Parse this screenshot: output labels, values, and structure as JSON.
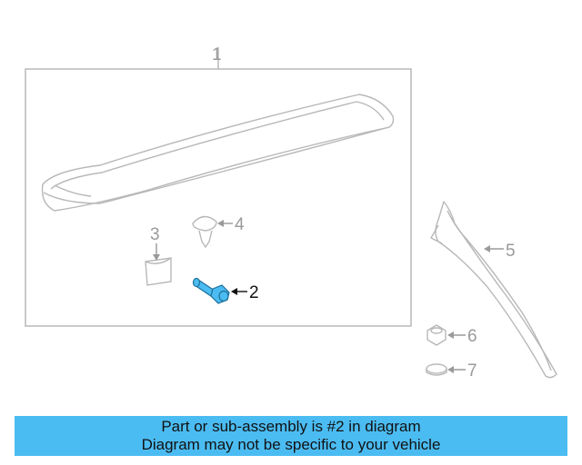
{
  "diagram": {
    "callouts": {
      "part_1": "1",
      "part_2": "2",
      "part_3": "3",
      "part_4": "4",
      "part_5": "5",
      "part_6": "6",
      "part_7": "7"
    },
    "highlight_part": "2",
    "colors": {
      "outline_gray": "#b8b8b8",
      "label_gray": "#9a9a9a",
      "highlight_blue": "#4bbcf2",
      "highlight_label": "#111111"
    }
  },
  "banner": {
    "line1": "Part or sub-assembly is #2 in diagram",
    "line2": "Diagram may not be specific to your vehicle",
    "color": "#4bbcf2"
  }
}
